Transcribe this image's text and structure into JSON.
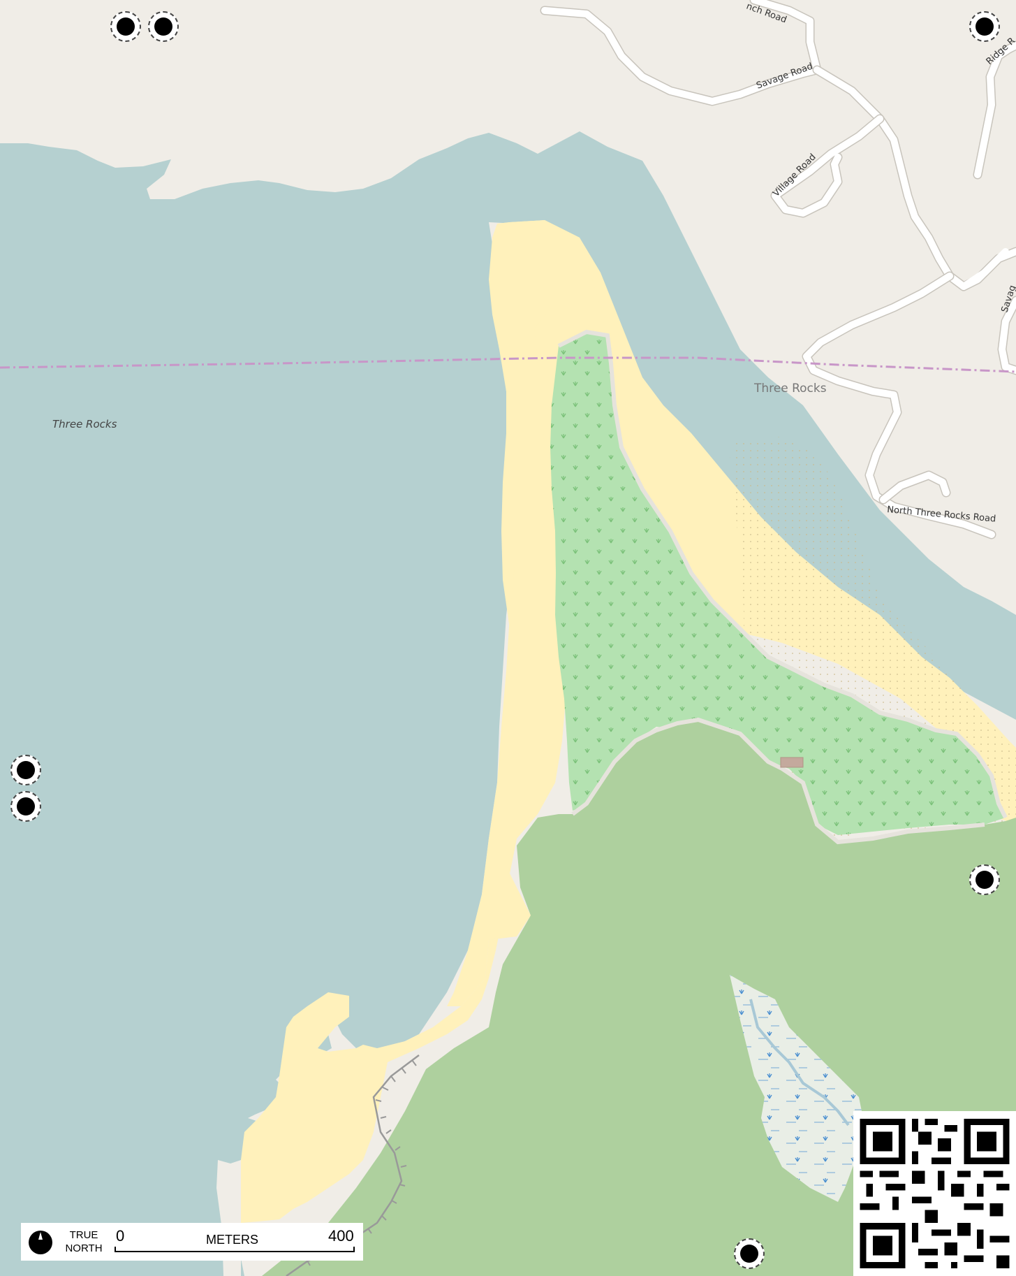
{
  "map": {
    "water_label": "Three Rocks",
    "place_label": "Three Rocks",
    "roads": {
      "ranch_road": "nch Road",
      "savage_road": "Savage Road",
      "village_road": "Village Road",
      "ridge_road": "Ridge R",
      "savage_road_east": "Savag",
      "north_three_rocks_road": "North Three Rocks Road"
    },
    "colors": {
      "water": "#b5d0d0",
      "land": "#f0ede7",
      "beach": "#fff1bb",
      "wetland": "#b4e2b1",
      "forest": "#aed09e",
      "marsh": "#e9eee6",
      "road": "#ffffff",
      "boundary": "#c896c8"
    }
  },
  "scale": {
    "north_line1": "TRUE",
    "north_line2": "NORTH",
    "zero": "0",
    "units": "METERS",
    "max": "400"
  }
}
